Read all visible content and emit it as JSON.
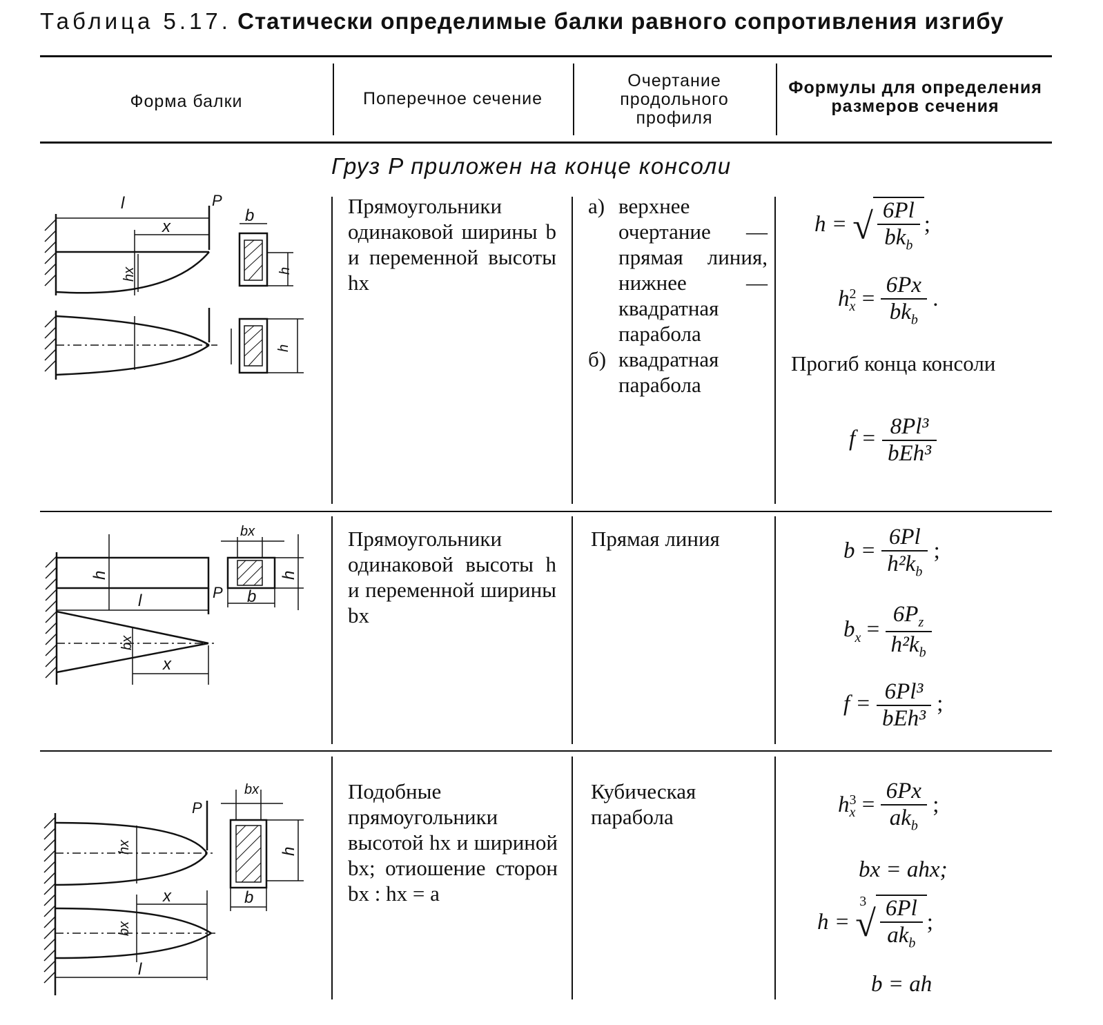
{
  "title": {
    "prefix": "Таблица 5.17.",
    "rest": "Статически определимые балки равного сопротивления изгибу"
  },
  "headers": {
    "col1": "Форма балки",
    "col2": "Поперечное сечение",
    "col3": "Очертание продольного профиля",
    "col4": "Формулы для определения размеров сечения"
  },
  "section": "Груз P приложен на конце консоли",
  "rows": [
    {
      "cross_section": "Прямоугольники одинаковой ширины b и переменной высоты hx",
      "outline": {
        "a_marker": "а)",
        "a_text": "верхнее очертание — прямая линия, нижнее — квадратная парабола",
        "b_marker": "б)",
        "b_text": "квадратная парабола"
      },
      "formulas": {
        "f1_lhs": "h =",
        "f1_num": "6Pl",
        "f1_den": "bk",
        "f1_sub": "b",
        "f1_end": ";",
        "f2_lhs": "h",
        "f2_sup": "2",
        "f2_sub": "x",
        "f2_eq": "=",
        "f2_num": "6Px",
        "f2_den": "bk",
        "f2_densub": "b",
        "f2_end": ".",
        "note": "Прогиб конца консоли",
        "f3_lhs": "f =",
        "f3_num": "8Pl³",
        "f3_den": "bEh³"
      },
      "diagram_labels": {
        "l": "l",
        "p": "P",
        "x": "x",
        "b": "b",
        "hx": "hx",
        "h": "h"
      }
    },
    {
      "cross_section": "Прямоугольники одинаковой высоты h и переменной ширины bx",
      "outline": {
        "text": "Прямая линия"
      },
      "formulas": {
        "f1_lhs": "b =",
        "f1_num": "6Pl",
        "f1_den": "h²k",
        "f1_sub": "b",
        "f1_end": ";",
        "f2_lhs": "b",
        "f2_sub": "x",
        "f2_eq": "=",
        "f2_num": "6P",
        "f2_numsub": "z",
        "f2_den": "h²k",
        "f2_densub": "b",
        "f3_lhs": "f =",
        "f3_num": "6Pl³",
        "f3_den": "bEh³",
        "f3_end": ";"
      },
      "diagram_labels": {
        "bx": "bx",
        "h": "h",
        "b": "b",
        "l": "l",
        "p": "P",
        "x": "x"
      }
    },
    {
      "cross_section": "Подобные прямоугольники высотой hx и шириной bx; отиошение сторон bx : hx = a",
      "outline": {
        "text": "Кубическая парабола"
      },
      "formulas": {
        "f1_lhs": "h",
        "f1_sup": "3",
        "f1_sub": "x",
        "f1_eq": "=",
        "f1_num": "6Px",
        "f1_den": "ak",
        "f1_densub": "b",
        "f1_end": ";",
        "f2": "bx = ahx;",
        "f3_index": "3",
        "f3_lhs": "h =",
        "f3_num": "6Pl",
        "f3_den": "ak",
        "f3_densub": "b",
        "f3_end": ";",
        "f4": "b = ah"
      },
      "diagram_labels": {
        "p": "P",
        "bx": "bx",
        "hx": "hx",
        "h": "h",
        "x": "x",
        "b": "b",
        "l": "l"
      }
    }
  ]
}
